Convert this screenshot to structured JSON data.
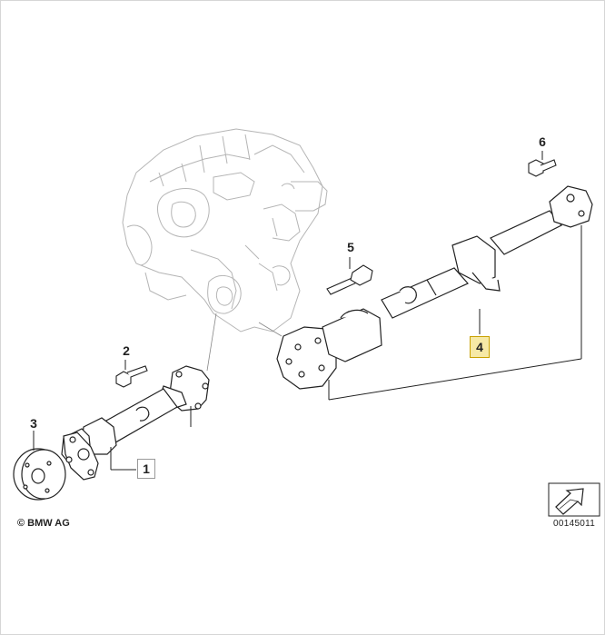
{
  "callouts": [
    {
      "id": "1",
      "style": "boxed"
    },
    {
      "id": "2",
      "style": "plain"
    },
    {
      "id": "3",
      "style": "plain"
    },
    {
      "id": "4",
      "style": "highlight"
    },
    {
      "id": "5",
      "style": "plain"
    },
    {
      "id": "6",
      "style": "plain"
    }
  ],
  "footer": {
    "copyright": "© BMW AG",
    "diagram_id": "00145011"
  },
  "colors": {
    "highlight_fill": "#f6e9a6",
    "highlight_border": "#c9a100",
    "line": "#222222",
    "ghost_line": "#b8b8b8"
  },
  "icons": [
    "navigation-arrow-icon"
  ]
}
